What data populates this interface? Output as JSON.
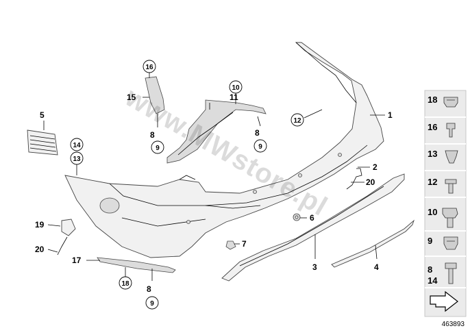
{
  "watermark": "www.MWstore.pl",
  "diagram_ref": "463893",
  "callouts": {
    "c1": "1",
    "c2": "2",
    "c3": "3",
    "c4": "4",
    "c5": "5",
    "c6": "6",
    "c7": "7",
    "c8a": "8",
    "c8b": "8",
    "c8c": "8",
    "c9a": "9",
    "c9b": "9",
    "c9c": "9",
    "c10": "10",
    "c11": "11",
    "c12": "12",
    "c13": "13",
    "c14": "14",
    "c15": "15",
    "c16": "16",
    "c17": "17",
    "c18": "18",
    "c19": "19",
    "c20a": "20",
    "c20b": "20"
  },
  "side_panel": {
    "p18": "18",
    "p16": "16",
    "p13": "13",
    "p12": "12",
    "p10": "10",
    "p9": "9",
    "p8": "8",
    "p14": "14"
  }
}
